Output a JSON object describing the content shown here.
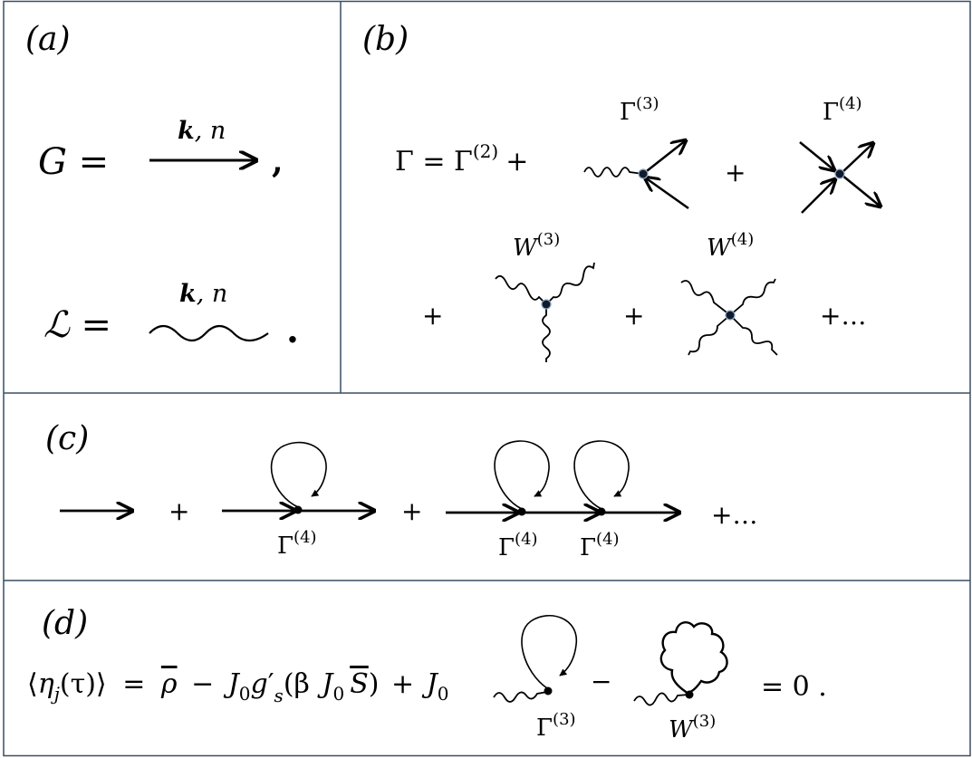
{
  "panels": {
    "a": {
      "label": "(a)",
      "g_lhs": "G =",
      "g_momentum": "k",
      "g_index": ", n",
      "g_end": ",",
      "l_lhs": "ℒ =",
      "l_momentum": "k",
      "l_index": ", n",
      "l_end": "."
    },
    "b": {
      "label": "(b)",
      "lhs": "Γ = Γ",
      "lhs_sup": "(2)",
      "plus": "+",
      "gamma3": "Γ",
      "gamma3_sup": "(3)",
      "gamma4": "Γ",
      "gamma4_sup": "(4)",
      "w3": "W",
      "w3_sup": "(3)",
      "w4": "W",
      "w4_sup": "(4)",
      "tail": "+…"
    },
    "c": {
      "label": "(c)",
      "plus": "+",
      "gamma": "Γ",
      "gamma_sup": "(4)",
      "tail": "+…"
    },
    "d": {
      "label": "(d)",
      "lhs_open": "⟨",
      "eta": "η",
      "eta_sub": "j",
      "tau": "(τ)",
      "lhs_close": "⟩",
      "eq1": "=",
      "rho": "ρ",
      "minus1": "−",
      "J": "J",
      "J_sub": "0",
      "g": "g",
      "prime": "′",
      "g_sub": "s",
      "beta_open": "(β",
      "S": "S",
      "close": ")",
      "plus": "+",
      "minus2": "−",
      "gamma": "Γ",
      "gamma_sup": "(3)",
      "w": "W",
      "w_sup": "(3)",
      "rhs": "= 0 ."
    }
  }
}
